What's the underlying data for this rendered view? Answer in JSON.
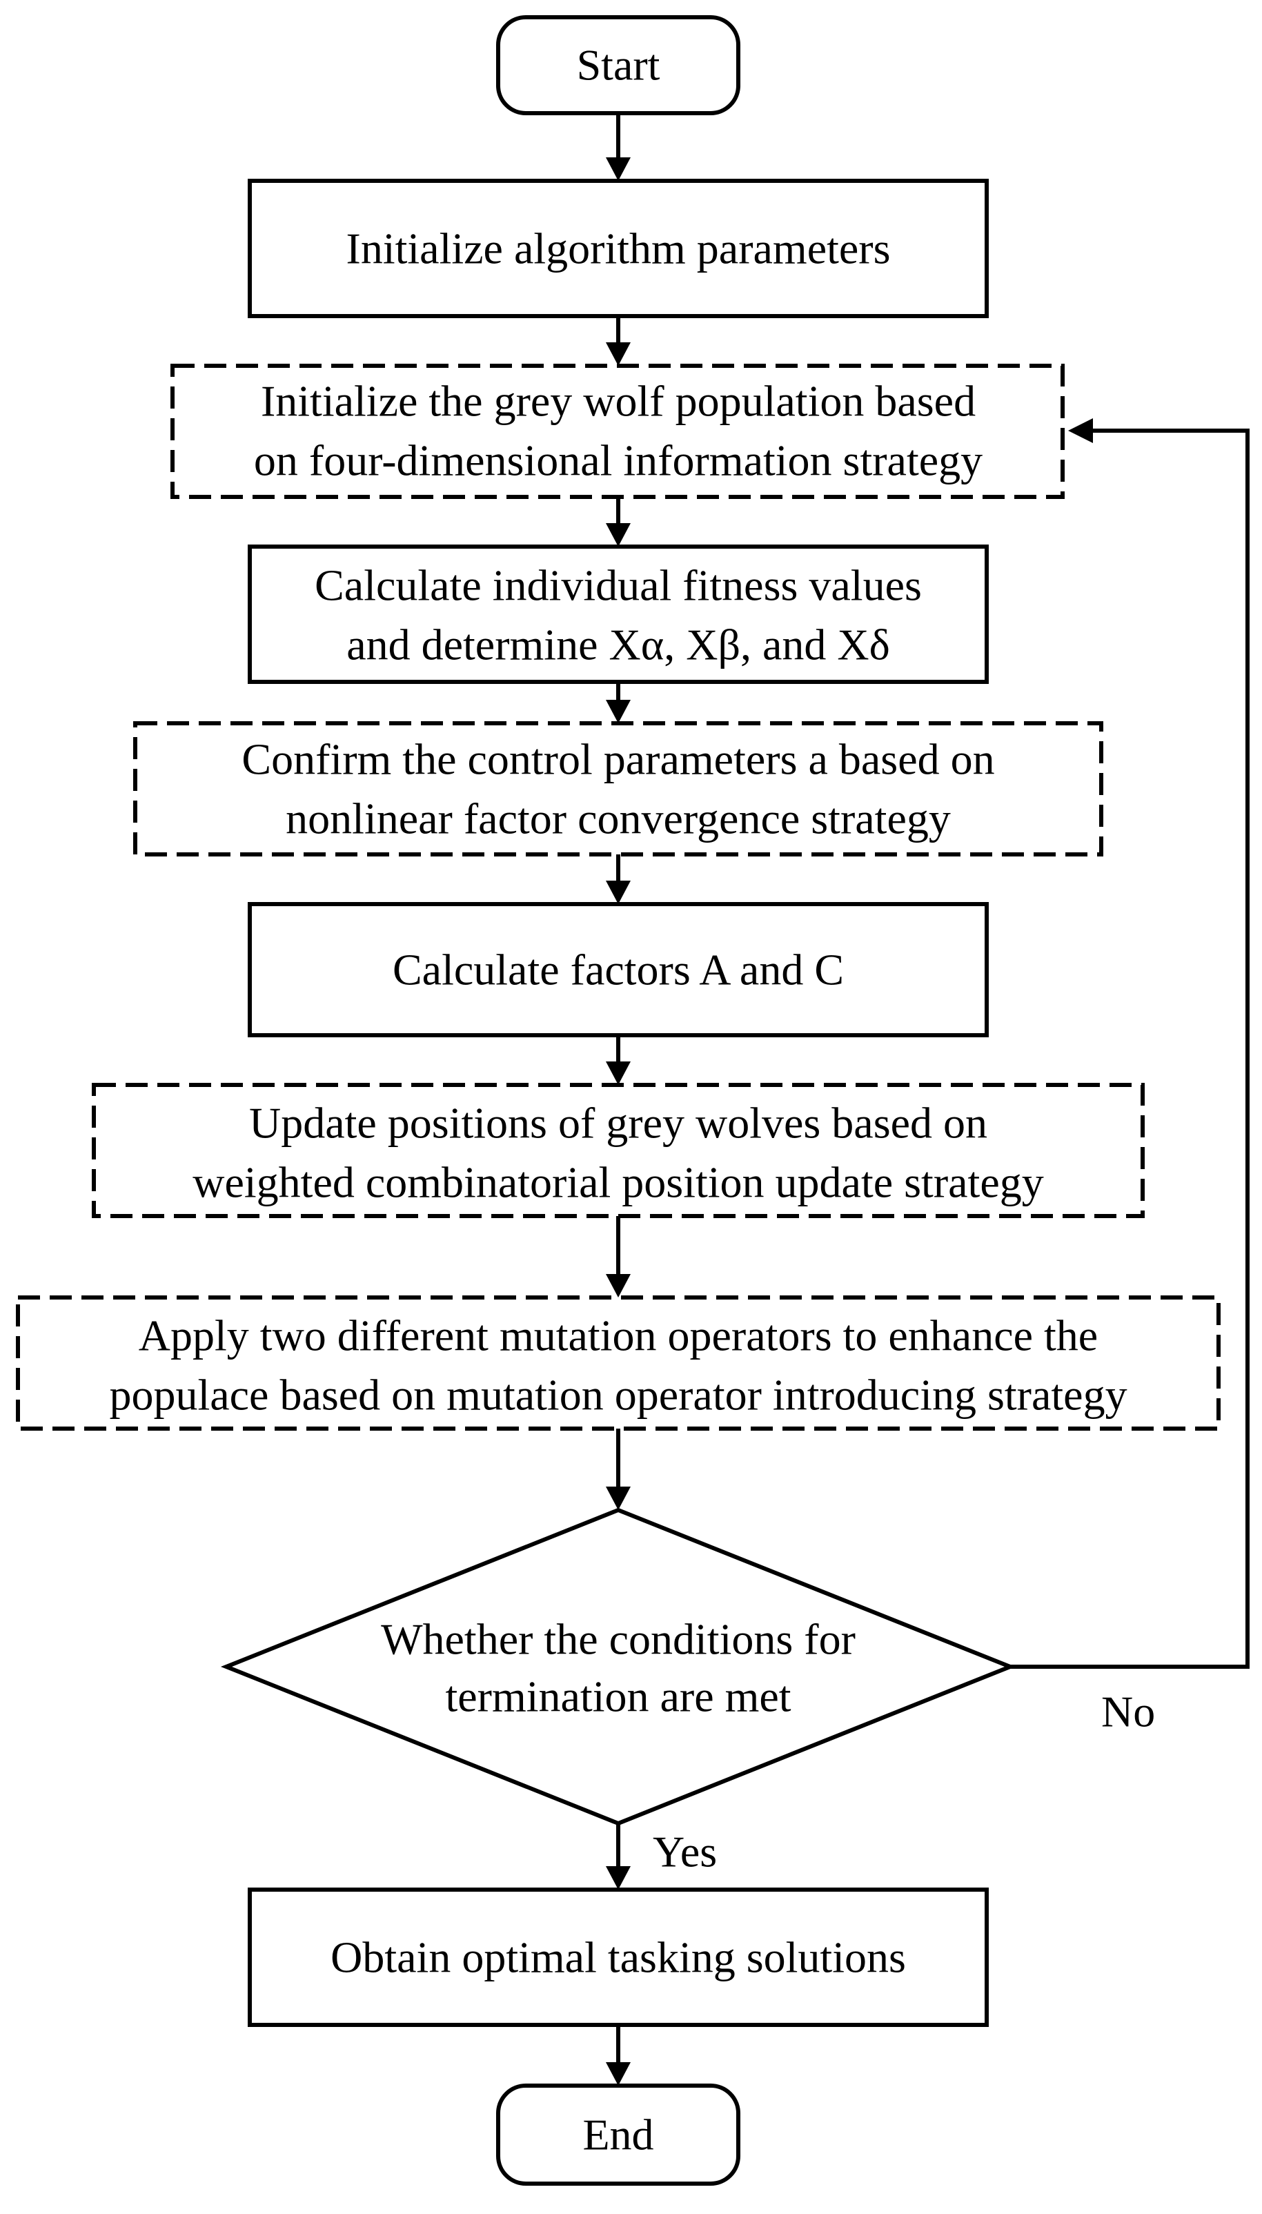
{
  "diagram": {
    "type": "flowchart",
    "nodes": {
      "start": {
        "lines": [
          "Start"
        ],
        "shape": "rounded",
        "border": "solid"
      },
      "init_params": {
        "lines": [
          "Initialize algorithm parameters"
        ],
        "shape": "rect",
        "border": "solid"
      },
      "init_population": {
        "lines": [
          "Initialize the grey wolf population based",
          "on four-dimensional information strategy"
        ],
        "shape": "rect",
        "border": "dashed"
      },
      "calc_fitness": {
        "lines": [
          "Calculate individual fitness values",
          "and determine Xα, Xβ, and Xδ"
        ],
        "shape": "rect",
        "border": "solid"
      },
      "confirm_control": {
        "lines": [
          "Confirm the control parameters a based on",
          "nonlinear factor convergence strategy"
        ],
        "shape": "rect",
        "border": "dashed"
      },
      "calc_factors": {
        "lines": [
          "Calculate factors A and C"
        ],
        "shape": "rect",
        "border": "solid"
      },
      "update_positions": {
        "lines": [
          "Update positions of grey wolves  based on",
          "weighted combinatorial position update strategy"
        ],
        "shape": "rect",
        "border": "dashed"
      },
      "apply_mutation": {
        "lines": [
          "Apply two different mutation operators to enhance the",
          "populace based on mutation operator introducing strategy"
        ],
        "shape": "rect",
        "border": "dashed"
      },
      "termination_check": {
        "lines": [
          "Whether the conditions for",
          "termination are met"
        ],
        "shape": "diamond",
        "border": "solid"
      },
      "obtain_solutions": {
        "lines": [
          "Obtain optimal tasking solutions"
        ],
        "shape": "rect",
        "border": "solid"
      },
      "end": {
        "lines": [
          "End"
        ],
        "shape": "rounded",
        "border": "solid"
      }
    },
    "edges": [
      {
        "from": "start",
        "to": "init_params"
      },
      {
        "from": "init_params",
        "to": "init_population"
      },
      {
        "from": "init_population",
        "to": "calc_fitness"
      },
      {
        "from": "calc_fitness",
        "to": "confirm_control"
      },
      {
        "from": "confirm_control",
        "to": "calc_factors"
      },
      {
        "from": "calc_factors",
        "to": "update_positions"
      },
      {
        "from": "update_positions",
        "to": "apply_mutation"
      },
      {
        "from": "apply_mutation",
        "to": "termination_check"
      },
      {
        "from": "termination_check",
        "to": "obtain_solutions",
        "label": "Yes"
      },
      {
        "from": "termination_check",
        "to": "init_population",
        "label": "No"
      },
      {
        "from": "obtain_solutions",
        "to": "end"
      }
    ]
  }
}
